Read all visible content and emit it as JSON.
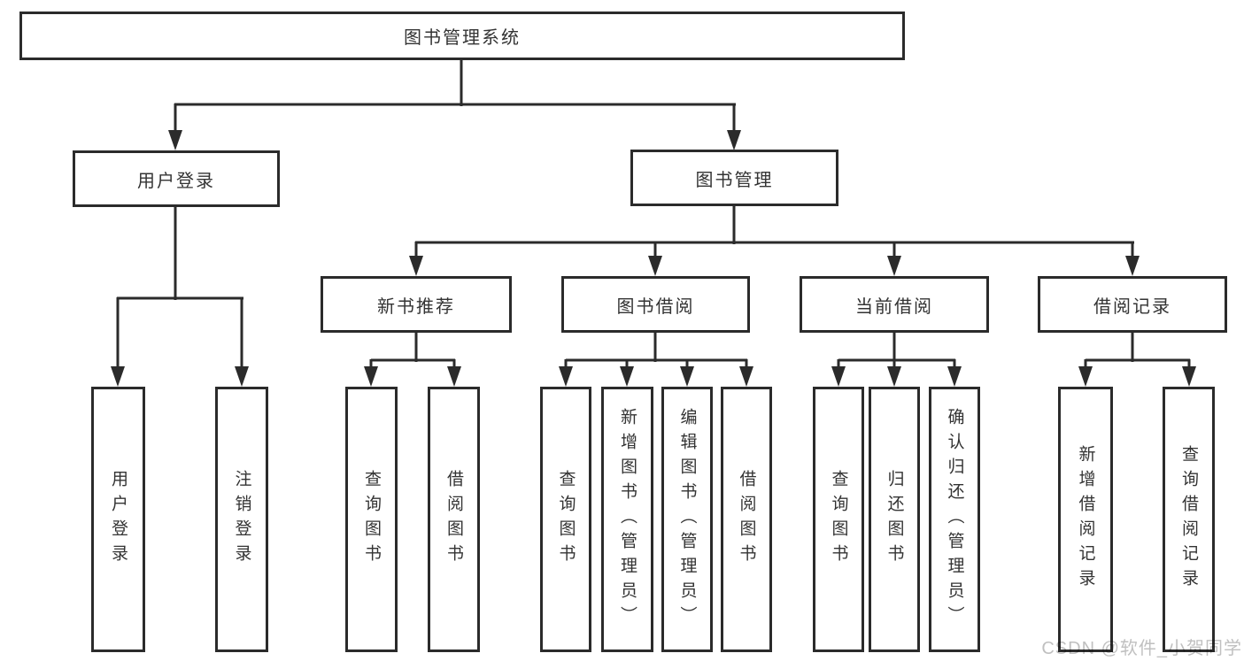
{
  "diagram": {
    "root": "图书管理系统",
    "login": {
      "label": "用户登录",
      "children": [
        "用户登录",
        "注销登录"
      ]
    },
    "management": {
      "label": "图书管理",
      "sections": [
        {
          "label": "新书推荐",
          "children": [
            "查询图书",
            "借阅图书"
          ]
        },
        {
          "label": "图书借阅",
          "children": [
            "查询图书",
            "新增图书（管理员）",
            "编辑图书（管理员）",
            "借阅图书"
          ]
        },
        {
          "label": "当前借阅",
          "children": [
            "查询图书",
            "归还图书",
            "确认归还（管理员）"
          ]
        },
        {
          "label": "借阅记录",
          "children": [
            "新增借阅记录",
            "查询借阅记录"
          ]
        }
      ]
    }
  },
  "watermark": "CSDN @软件_小贺同学",
  "colors": {
    "line": "#2b2b2b",
    "text": "#333333",
    "watermark": "#c0c0c0",
    "background": "#ffffff"
  }
}
